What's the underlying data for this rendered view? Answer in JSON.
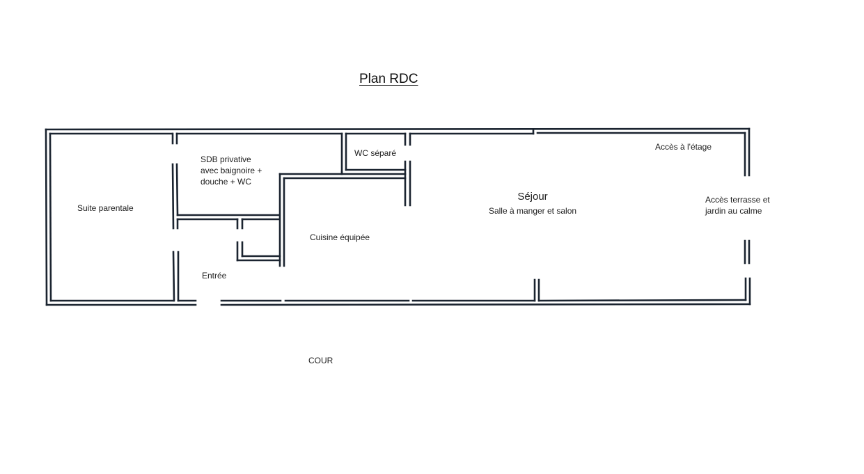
{
  "plan": {
    "title": "Plan RDC",
    "wall_color": "#1b2430",
    "rooms": {
      "suite_parentale": "Suite parentale",
      "sdb": {
        "line1": "SDB privative",
        "line2": "avec baignoire +",
        "line3": "douche + WC"
      },
      "wc_separe": "WC séparé",
      "cuisine": "Cuisine équipée",
      "entree": "Entrée",
      "sejour": {
        "title": "Séjour",
        "subtitle": "Salle à manger et salon"
      },
      "acces_etage": "Accès à l'étage",
      "acces_terrasse": {
        "line1": "Accès terrasse et",
        "line2": "jardin au calme"
      }
    },
    "outside": {
      "cour": "COUR"
    }
  }
}
